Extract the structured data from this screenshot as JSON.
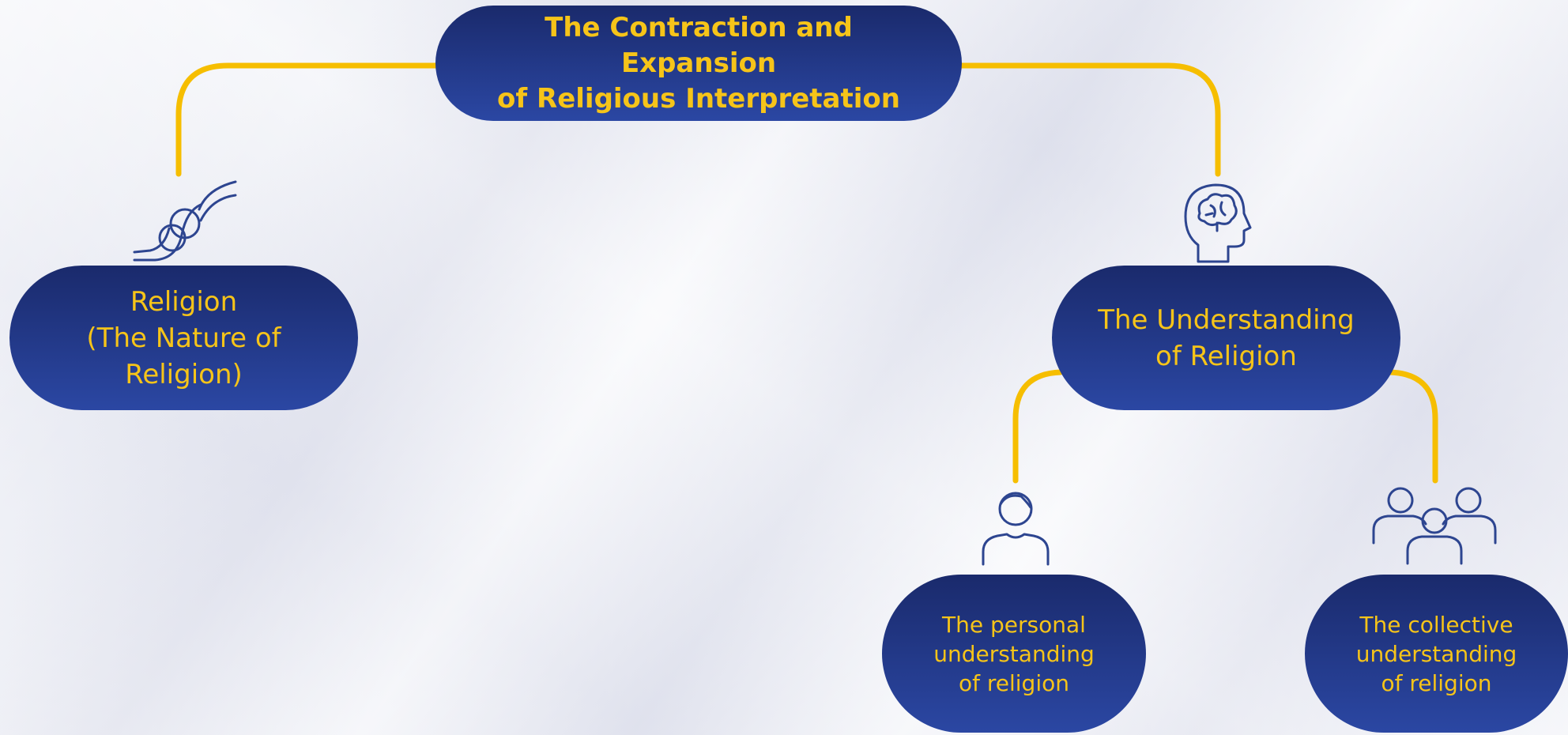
{
  "diagram": {
    "title": "The Contraction and Expansion\nof Religious Interpretation",
    "left_node": {
      "label": "Religion\n(The Nature of\nReligion)",
      "icon": "knot-icon"
    },
    "right_node": {
      "label": "The Understanding\nof Religion",
      "icon": "brain-head-icon"
    },
    "personal_node": {
      "label": "The personal\nunderstanding\nof religion",
      "icon": "person-icon"
    },
    "collective_node": {
      "label": "The collective\nunderstanding\nof religion",
      "icon": "group-icon"
    }
  },
  "colors": {
    "node_fill_top": "#1a2a6c",
    "node_fill_bottom": "#2b47a3",
    "node_text": "#f6c419",
    "connector": "#f6be00",
    "icon_stroke": "#2d4590",
    "background": "#eef0f6"
  }
}
